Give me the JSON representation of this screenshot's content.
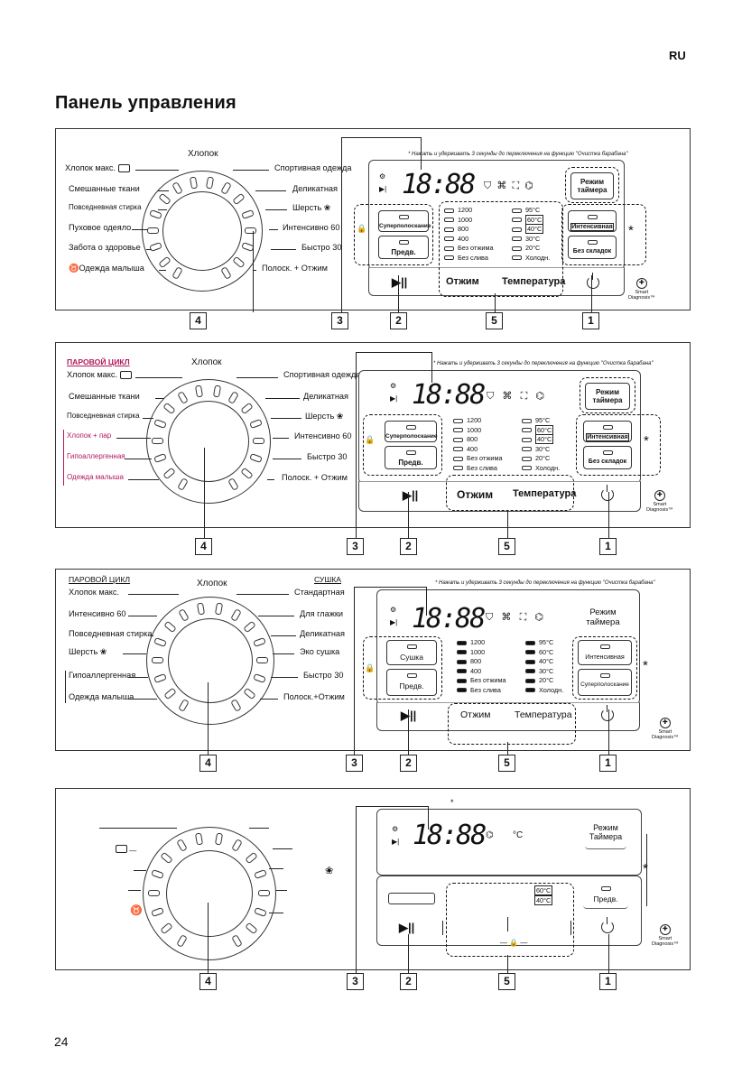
{
  "page": {
    "lang": "RU",
    "title": "Панель управления",
    "page_number": "24"
  },
  "callouts": [
    "4",
    "3",
    "2",
    "5",
    "1"
  ],
  "common": {
    "note": "Нажать и удерживать 3 секунды до переключения на функцию \"Очистка барабана\"",
    "display": "18:88",
    "timer": [
      "Режим",
      "таймера"
    ],
    "timer_alt": [
      "Режим",
      "Таймера"
    ],
    "spin_label": "Отжим",
    "temp_label": "Температура",
    "spin": [
      "1200",
      "1000",
      "800",
      "400",
      "Без отжима",
      "Без слива"
    ],
    "temps": [
      "95°C",
      "60°C",
      "40°C",
      "30°C",
      "20°C",
      "Холодн."
    ],
    "smart": [
      "Smart",
      "Diagnosis™"
    ],
    "star": "*",
    "prewash": "Предв.",
    "icons": {
      "power": "power-icon",
      "play": "play-pause-icon",
      "lock": "child-lock-icon",
      "smart": "smart-diagnosis-icon"
    }
  },
  "panel1": {
    "top": "Хлопок",
    "left": [
      "Хлопок макс.",
      "Смешанные ткани",
      "Повседневная стирка",
      "Пуховое одеяло",
      "Забота о здоровье",
      "Одежда малыша"
    ],
    "right": [
      "Спортивная одежда",
      "Деликатная",
      "Шерсть",
      "Интенсивно 60",
      "Быстро 30",
      "Полоск. + Отжим"
    ],
    "btn_left": [
      "Суперполоскание",
      "Предв."
    ],
    "btn_right": [
      "Интенсивная",
      "Без складок"
    ]
  },
  "panel2": {
    "header": "ПАРОВОЙ ЦИКЛ",
    "top": "Хлопок",
    "left": [
      "Хлопок макс.",
      "Смешанные ткани",
      "Повседневная стирка",
      "Хлопок + пар",
      "Гипоаллергенная",
      "Одежда малыша"
    ],
    "right": [
      "Спортивная одежда",
      "Деликатная",
      "Шерсть",
      "Интенсивно 60",
      "Быстро 30",
      "Полоск. + Отжим"
    ],
    "btn_left": [
      "Суперполоскание",
      "Предв."
    ],
    "btn_right": [
      "Интенсивная",
      "Без складок"
    ]
  },
  "panel3": {
    "header_left": "ПАРОВОЙ ЦИКЛ",
    "header_right": "СУШКА",
    "top": "Хлопок",
    "left": [
      "Хлопок макс.",
      "Интенсивно 60",
      "Повседневная стирка",
      "Шерсть",
      "Гипоаллергенная",
      "Одежда малыша"
    ],
    "right": [
      "Стандартная",
      "Для глажки",
      "Деликатная",
      "Эко сушка",
      "Быстро 30",
      "Полоск.+Отжим"
    ],
    "btn_left": [
      "Сушка",
      "Предв."
    ],
    "btn_right": [
      "Интенсивная",
      "Суперполоскание"
    ]
  },
  "panel4": {
    "temps": [
      "60°C",
      "40°C"
    ],
    "celsius": "°C",
    "prewash": "Предв."
  }
}
